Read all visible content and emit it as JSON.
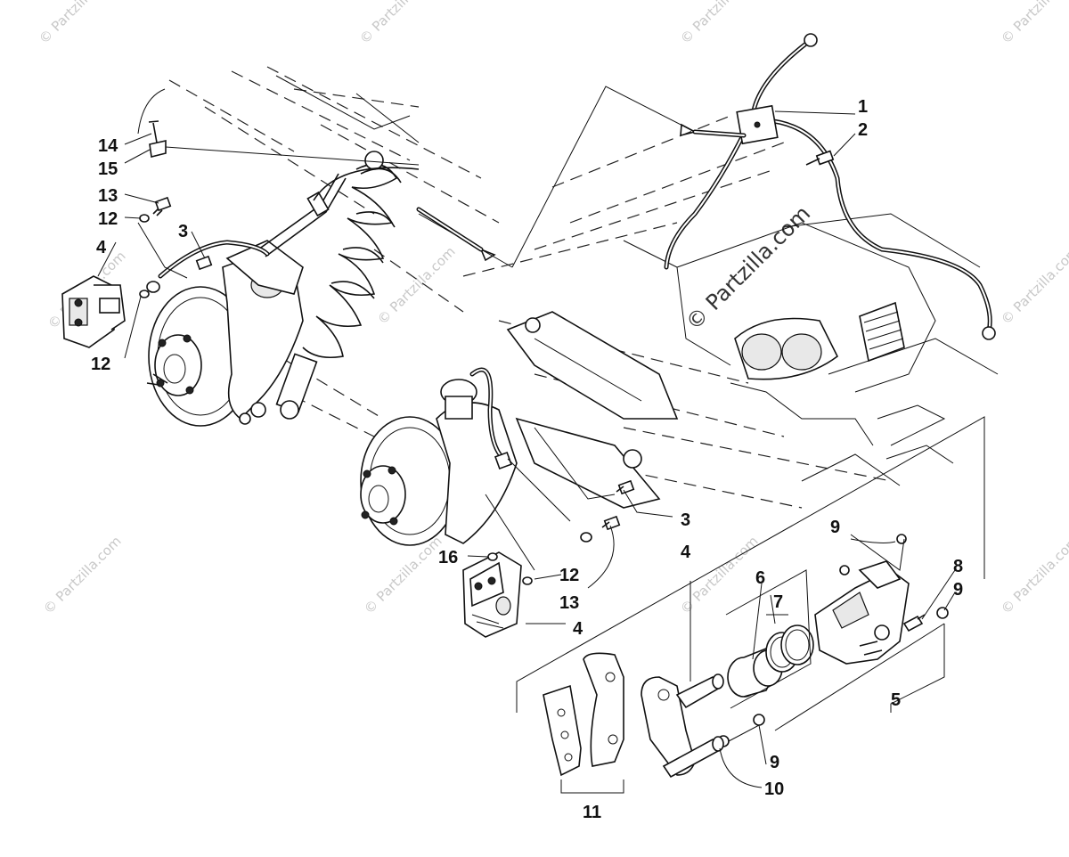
{
  "watermark": {
    "small_text": "© Partzilla.com",
    "large_text": "© Partzilla.com"
  },
  "callouts": {
    "c1": "1",
    "c2": "2",
    "c3_left": "3",
    "c3_right": "3",
    "c4_left": "4",
    "c4_right": "4",
    "c4_bottom": "4",
    "c5": "5",
    "c6": "6",
    "c7": "7",
    "c8": "8",
    "c9_top": "9",
    "c9_right": "9",
    "c9_bottom": "9",
    "c10": "10",
    "c11": "11",
    "c12_left_top": "12",
    "c12_left_bottom": "12",
    "c12_right": "12",
    "c13_left": "13",
    "c13_right": "13",
    "c14": "14",
    "c15": "15",
    "c16": "16"
  },
  "colors": {
    "line": "#111111",
    "watermark": "#c8c8c8",
    "background": "#ffffff"
  }
}
